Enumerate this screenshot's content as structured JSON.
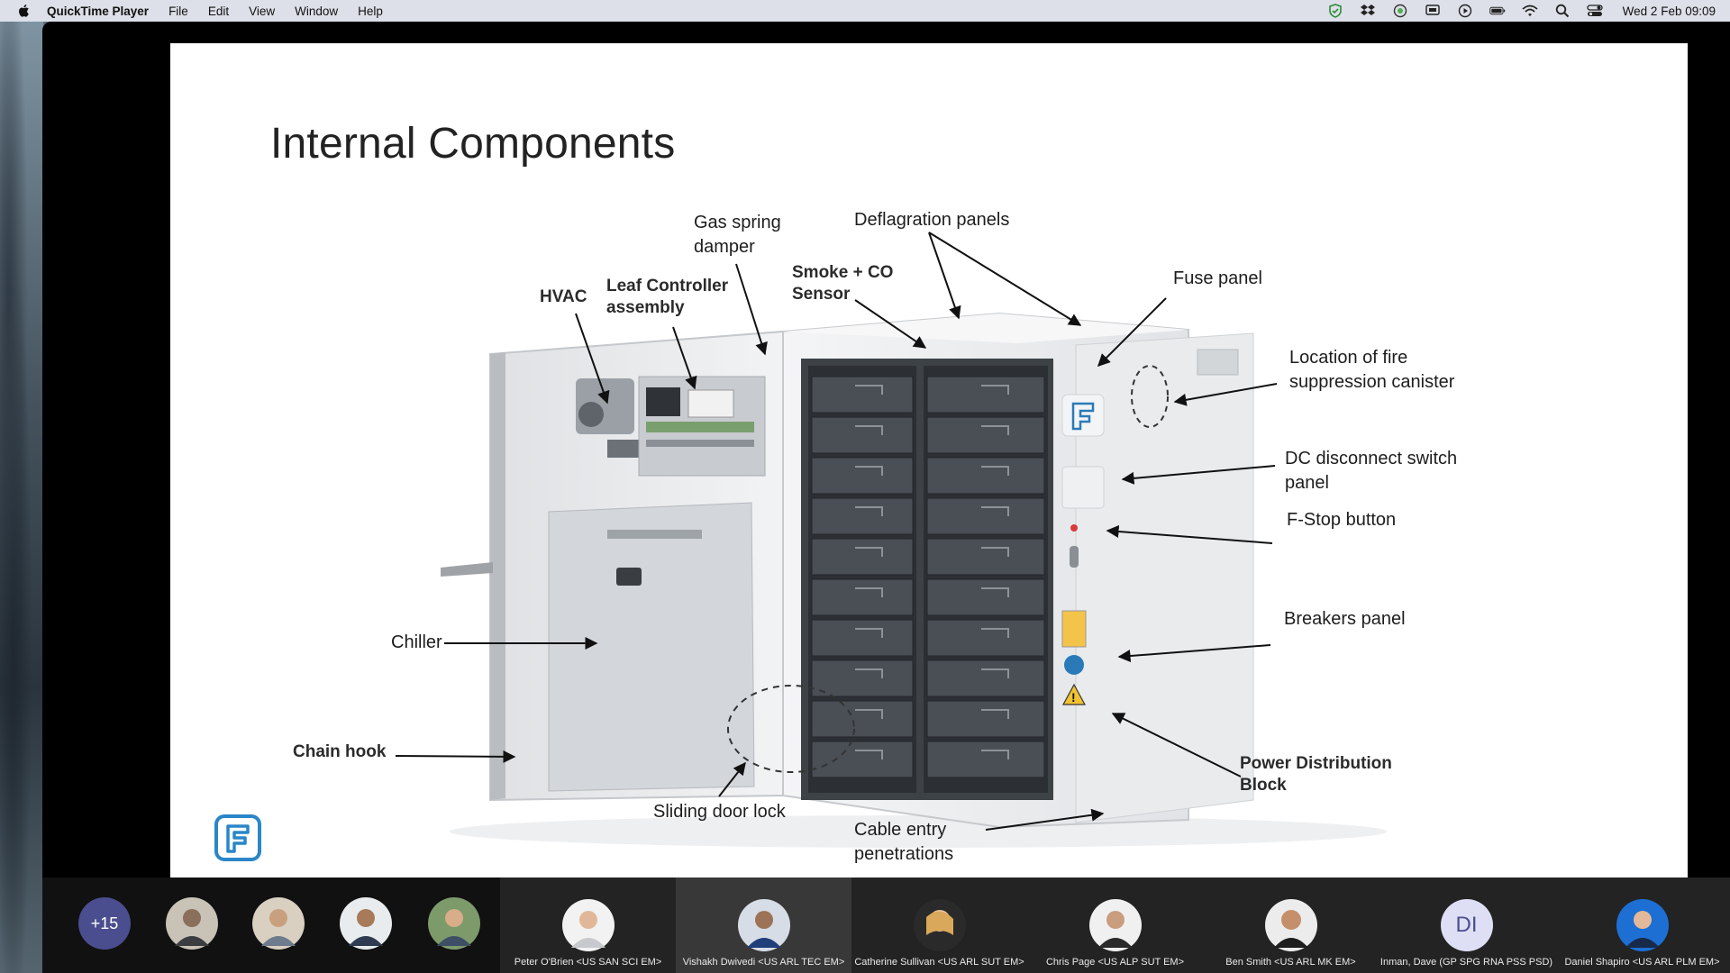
{
  "menubar": {
    "app_name": "QuickTime Player",
    "menus": [
      "File",
      "Edit",
      "View",
      "Window",
      "Help"
    ],
    "clock": "Wed 2 Feb  09:09"
  },
  "slide": {
    "title": "Internal Components",
    "callouts": {
      "gas_spring": "Gas spring\ndamper",
      "deflagration": "Deflagration panels",
      "smoke": "Smoke + CO\nSensor",
      "hvac": "HVAC",
      "leaf": "Leaf Controller\nassembly",
      "fuse": "Fuse panel",
      "fire": "Location of fire\nsuppression canister",
      "dc": "DC disconnect switch\npanel",
      "fstop": "F-Stop button",
      "chiller": "Chiller",
      "breakers": "Breakers panel",
      "chain": "Chain hook",
      "pdb": "Power Distribution\nBlock",
      "door_lock": "Sliding door lock",
      "cable": "Cable entry\npenetrations"
    }
  },
  "participants": {
    "overflow": "+15",
    "tiles": [
      {
        "name": "Peter O'Brien <US SAN SCI EM>"
      },
      {
        "name": "Vishakh Dwivedi <US ARL TEC EM>"
      },
      {
        "name": "Catherine Sullivan <US ARL SUT EM>"
      },
      {
        "name": "Chris Page <US ALP SUT EM>"
      },
      {
        "name": "Ben Smith <US ARL MK EM>"
      },
      {
        "name": "Inman, Dave (GP SPG RNA PSS PSD)",
        "initials": "DI"
      },
      {
        "name": "Daniel Shapiro <US ARL PLM EM>"
      }
    ]
  },
  "colors": {
    "menubar_bg": "#dde0e8",
    "accent_blue": "#2a7ab8",
    "overflow_avatar": "#4a4e8e",
    "strip_bg": "#111111"
  }
}
